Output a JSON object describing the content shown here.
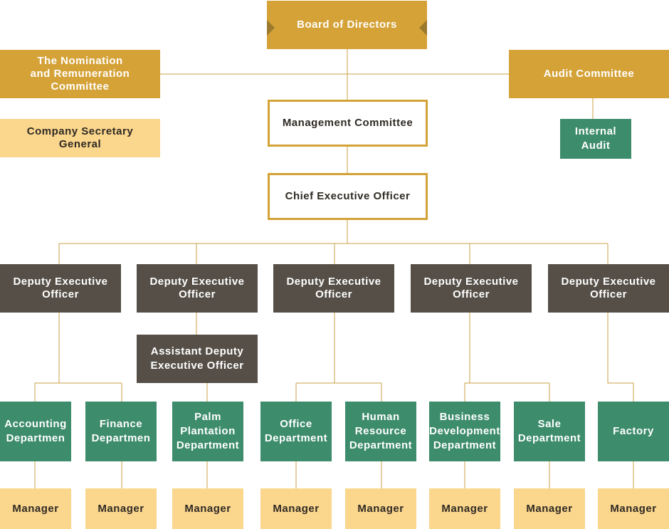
{
  "board": {
    "label": "Board of Directors"
  },
  "nomination": {
    "label": "The Nomination\nand Remuneration\nCommittee"
  },
  "audit_committee": {
    "label": "Audit Committee"
  },
  "secretary": {
    "label": "Company Secretary\nGeneral"
  },
  "internal_audit": {
    "label": "Internal\nAudit"
  },
  "management": {
    "label": "Management Committee"
  },
  "ceo": {
    "label": "Chief Executive Officer"
  },
  "deputies": [
    {
      "label": "Deputy Executive\nOfficer"
    },
    {
      "label": "Deputy Executive\nOfficer"
    },
    {
      "label": "Deputy Executive\nOfficer"
    },
    {
      "label": "Deputy Executive\nOfficer"
    },
    {
      "label": "Deputy Executive\nOfficer"
    }
  ],
  "assistant_deputy": {
    "label": "Assistant Deputy\nExecutive Officer"
  },
  "departments": [
    {
      "label": "Accounting\nDepartmen"
    },
    {
      "label": "Finance\nDepartmen"
    },
    {
      "label": "Palm\nPlantation\nDepartment"
    },
    {
      "label": "Office\nDepartment"
    },
    {
      "label": "Human\nResource\nDepartment"
    },
    {
      "label": "Business\nDevelopment\nDepartment"
    },
    {
      "label": "Sale\nDepartment"
    },
    {
      "label": "Factory"
    }
  ],
  "managers": [
    {
      "label": "Manager"
    },
    {
      "label": "Manager"
    },
    {
      "label": "Manager"
    },
    {
      "label": "Manager"
    },
    {
      "label": "Manager"
    },
    {
      "label": "Manager"
    },
    {
      "label": "Manager"
    },
    {
      "label": "Manager"
    }
  ],
  "colors": {
    "gold": "#d4a237",
    "light": "#fbd68d",
    "dark": "#554f47",
    "green": "#3d8c6c",
    "line": "#c9a048"
  }
}
